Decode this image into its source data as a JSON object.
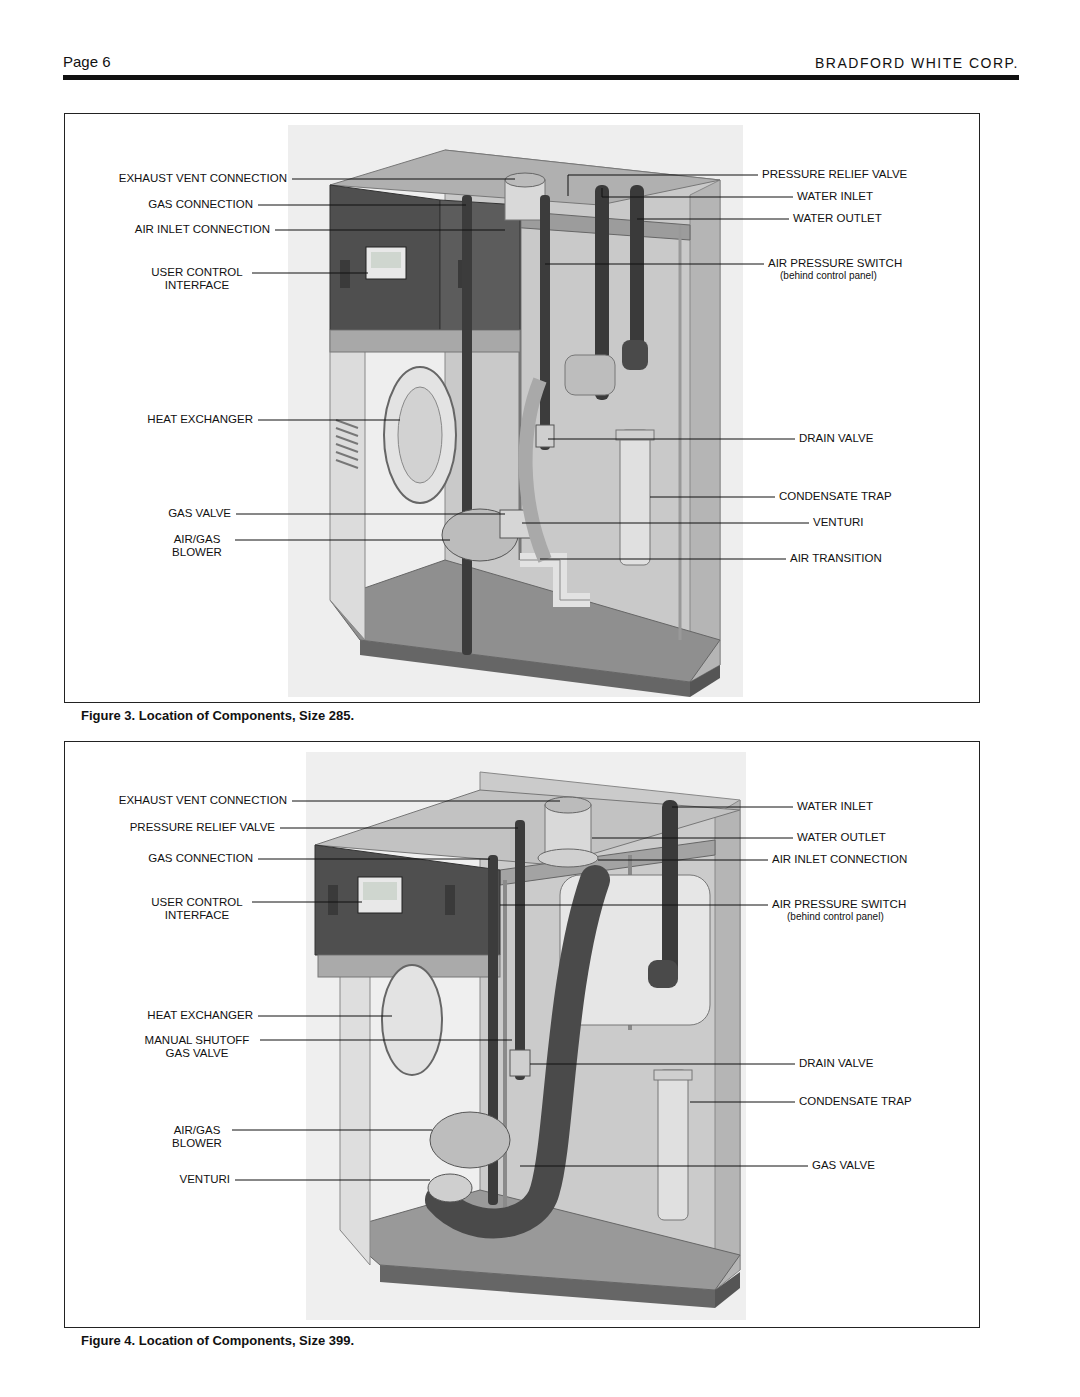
{
  "diagram": {
    "labels": [
      "Page 6",
      "BRADFORD WHITE CORP.",
      "EXHAUST VENT CONNECTION",
      "GAS CONNECTION",
      "AIR INLET CONNECTION",
      "USER CONTROL INTERFACE",
      "HEAT EXCHANGER",
      "GAS VALVE",
      "AIR/GAS BLOWER",
      "PRESSURE RELIEF VALVE",
      "WATER INLET",
      "WATER OUTLET",
      "AIR PRESSURE SWITCH",
      "(behind control panel)",
      "DRAIN VALVE",
      "CONDENSATE TRAP",
      "VENTURI",
      "AIR TRANSITION",
      "Figure 3. Location of Components, Size 285.",
      "EXHAUST VENT CONNECTION",
      "PRESSURE RELIEF VALVE",
      "GAS CONNECTION",
      "USER CONTROL INTERFACE",
      "HEAT EXCHANGER",
      "MANUAL SHUTOFF GAS VALVE",
      "AIR/GAS BLOWER",
      "VENTURI",
      "WATER INLET",
      "WATER OUTLET",
      "AIR INLET CONNECTION",
      "AIR PRESSURE SWITCH",
      "(behind control panel)",
      "DRAIN VALVE",
      "CONDENSATE TRAP",
      "GAS VALVE",
      "Figure 4. Location of Components, Size 399."
    ]
  }
}
